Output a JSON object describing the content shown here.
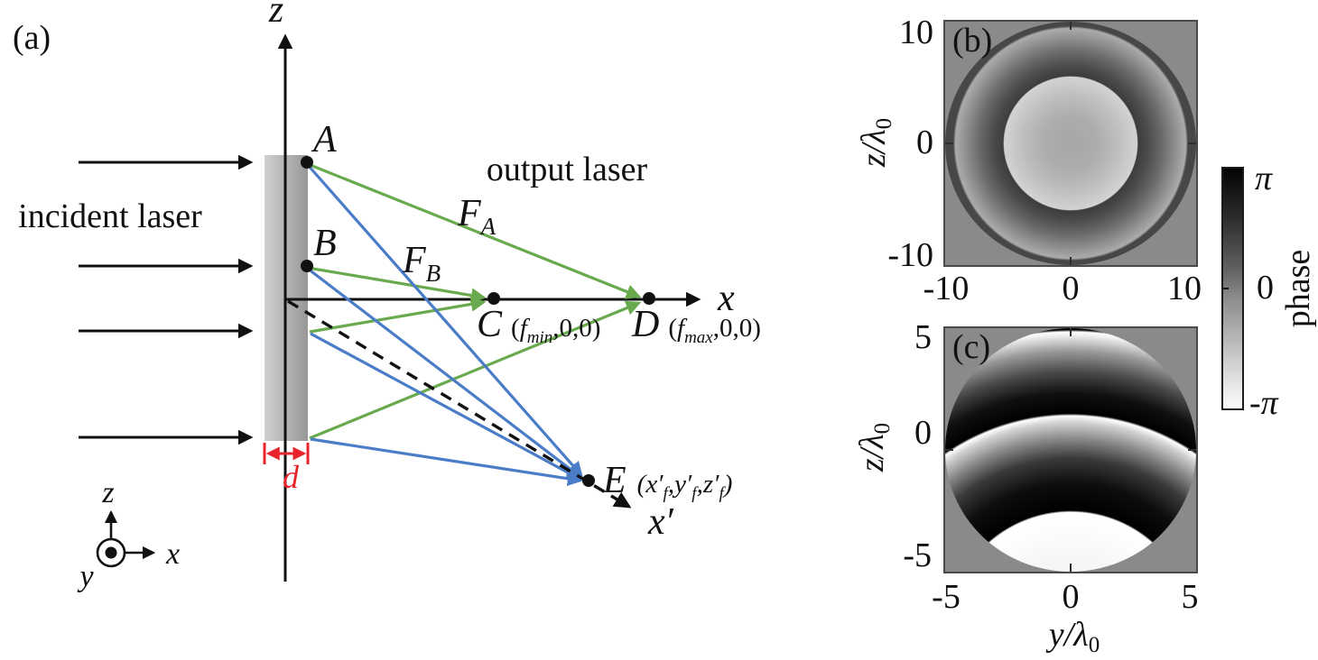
{
  "panel_a": {
    "tag": "(a)",
    "incident_label": "incident laser",
    "output_label": "output laser",
    "z_axis_label": "z",
    "x_axis_label": "x",
    "x_prime_label": "x′",
    "d_label": "d",
    "triad": {
      "x": "x",
      "y": "y",
      "z": "z"
    },
    "points": {
      "A": "A",
      "B": "B",
      "C": "C",
      "D": "D",
      "E": "E",
      "F": "F",
      "F_A_sub": "A",
      "F_B_sub": "B",
      "C_coord": {
        "p1": "(",
        "p2": "f",
        "sub": "min",
        "p3": ",0,0)"
      },
      "D_coord": {
        "p1": "(",
        "p2": "f",
        "sub": "max",
        "p3": ",0,0)"
      },
      "E_coord": {
        "p1": "(x′",
        "s1": "f",
        "p2": ",y′",
        "s2": "f",
        "p3": ",z′",
        "s3": "f",
        "p4": ")"
      }
    }
  },
  "panel_b": {
    "tag": "(b)",
    "x_ticks": [
      "-10",
      "0",
      "10"
    ],
    "y_ticks": [
      "10",
      "0",
      "-10"
    ],
    "ylabel": {
      "text": "z/λ",
      "sub": "0"
    }
  },
  "panel_c": {
    "tag": "(c)",
    "x_ticks": [
      "-5",
      "0",
      "5"
    ],
    "y_ticks": [
      "5",
      "0",
      "-5"
    ],
    "xlabel": {
      "text": "y/λ",
      "sub": "0"
    },
    "ylabel": {
      "text": "z/λ",
      "sub": "0"
    }
  },
  "colorbar": {
    "tick_top": "π",
    "tick_mid": "0",
    "tick_bottom": "-π",
    "title": "phase"
  },
  "colors": {
    "ray_green": "#6aaa4e",
    "ray_blue": "#4a7cc7",
    "dimension_red": "#e8232a",
    "panel_background_gray": "#8a8a8a",
    "axis_box_gray": "#4a4a4a"
  },
  "chart_data": [
    {
      "type": "heatmap",
      "panel": "(b)",
      "xlim": [
        -10,
        10
      ],
      "ylim": [
        -10,
        10
      ],
      "xlabel": "",
      "ylabel": "z/λ0",
      "x_ticks": [
        -10,
        0,
        10
      ],
      "y_ticks": [
        -10,
        0,
        10
      ],
      "colormap": "grayscale, π=black to -π=white",
      "description": "Radially symmetric wrapped lens phase over circular aperture radius 10λ0: light-gray inner disk (center ≈ slightly darker) out to r≈5.5λ0, 2π wrap jump to dark annulus that brightens outward to r≈9.7λ0, dark ring at aperture rim r=10λ0, uniform mid-gray outside aperture",
      "wrap_radii_lambda0": [
        5.5,
        10
      ]
    },
    {
      "type": "heatmap",
      "panel": "(c)",
      "xlim": [
        -5,
        5
      ],
      "ylim": [
        -5,
        5
      ],
      "xlabel": "y/λ0",
      "ylabel": "z/λ0",
      "x_ticks": [
        -5,
        0,
        5
      ],
      "y_ticks": [
        -5,
        0,
        5
      ],
      "colormap": "grayscale, π=black to -π=white",
      "description": "Off-axis wrapped phase over circular aperture radius 5λ0: concentric fringe arcs centered below the aperture near (y=0, z≈-7.6λ0); white dome at bottom, black-to-white graded bands above with sharp 2π wraps at arc radii ≈5.0, 8.9 and 12.3 λ0; thin black cap at top edge",
      "wrap_radii_lambda0": [
        5.0,
        8.9,
        12.3
      ]
    }
  ]
}
